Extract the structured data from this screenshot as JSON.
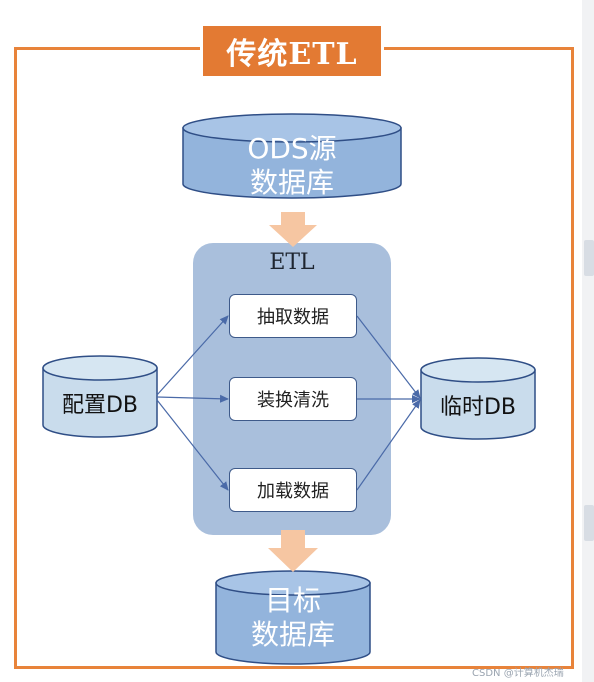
{
  "title": "传统ETL",
  "source_db": {
    "line1": "ODS源",
    "line2": "数据库"
  },
  "etl": {
    "label": "ETL",
    "steps": [
      "抽取数据",
      "装换清洗",
      "加载数据"
    ]
  },
  "config_db": {
    "label": "配置DB"
  },
  "temp_db": {
    "label": "临时DB"
  },
  "target_db": {
    "line1": "目标",
    "line2": "数据库"
  },
  "watermark": "CSDN @计算机杰瑞",
  "colors": {
    "frame_orange": "#e8833a",
    "title_orange": "#e37a33",
    "cylinder_blue": "#93b4dc",
    "cylinder_light": "#c9dcec",
    "panel_blue": "#a9bfdc",
    "arrow_peach": "#f6c6a2"
  }
}
